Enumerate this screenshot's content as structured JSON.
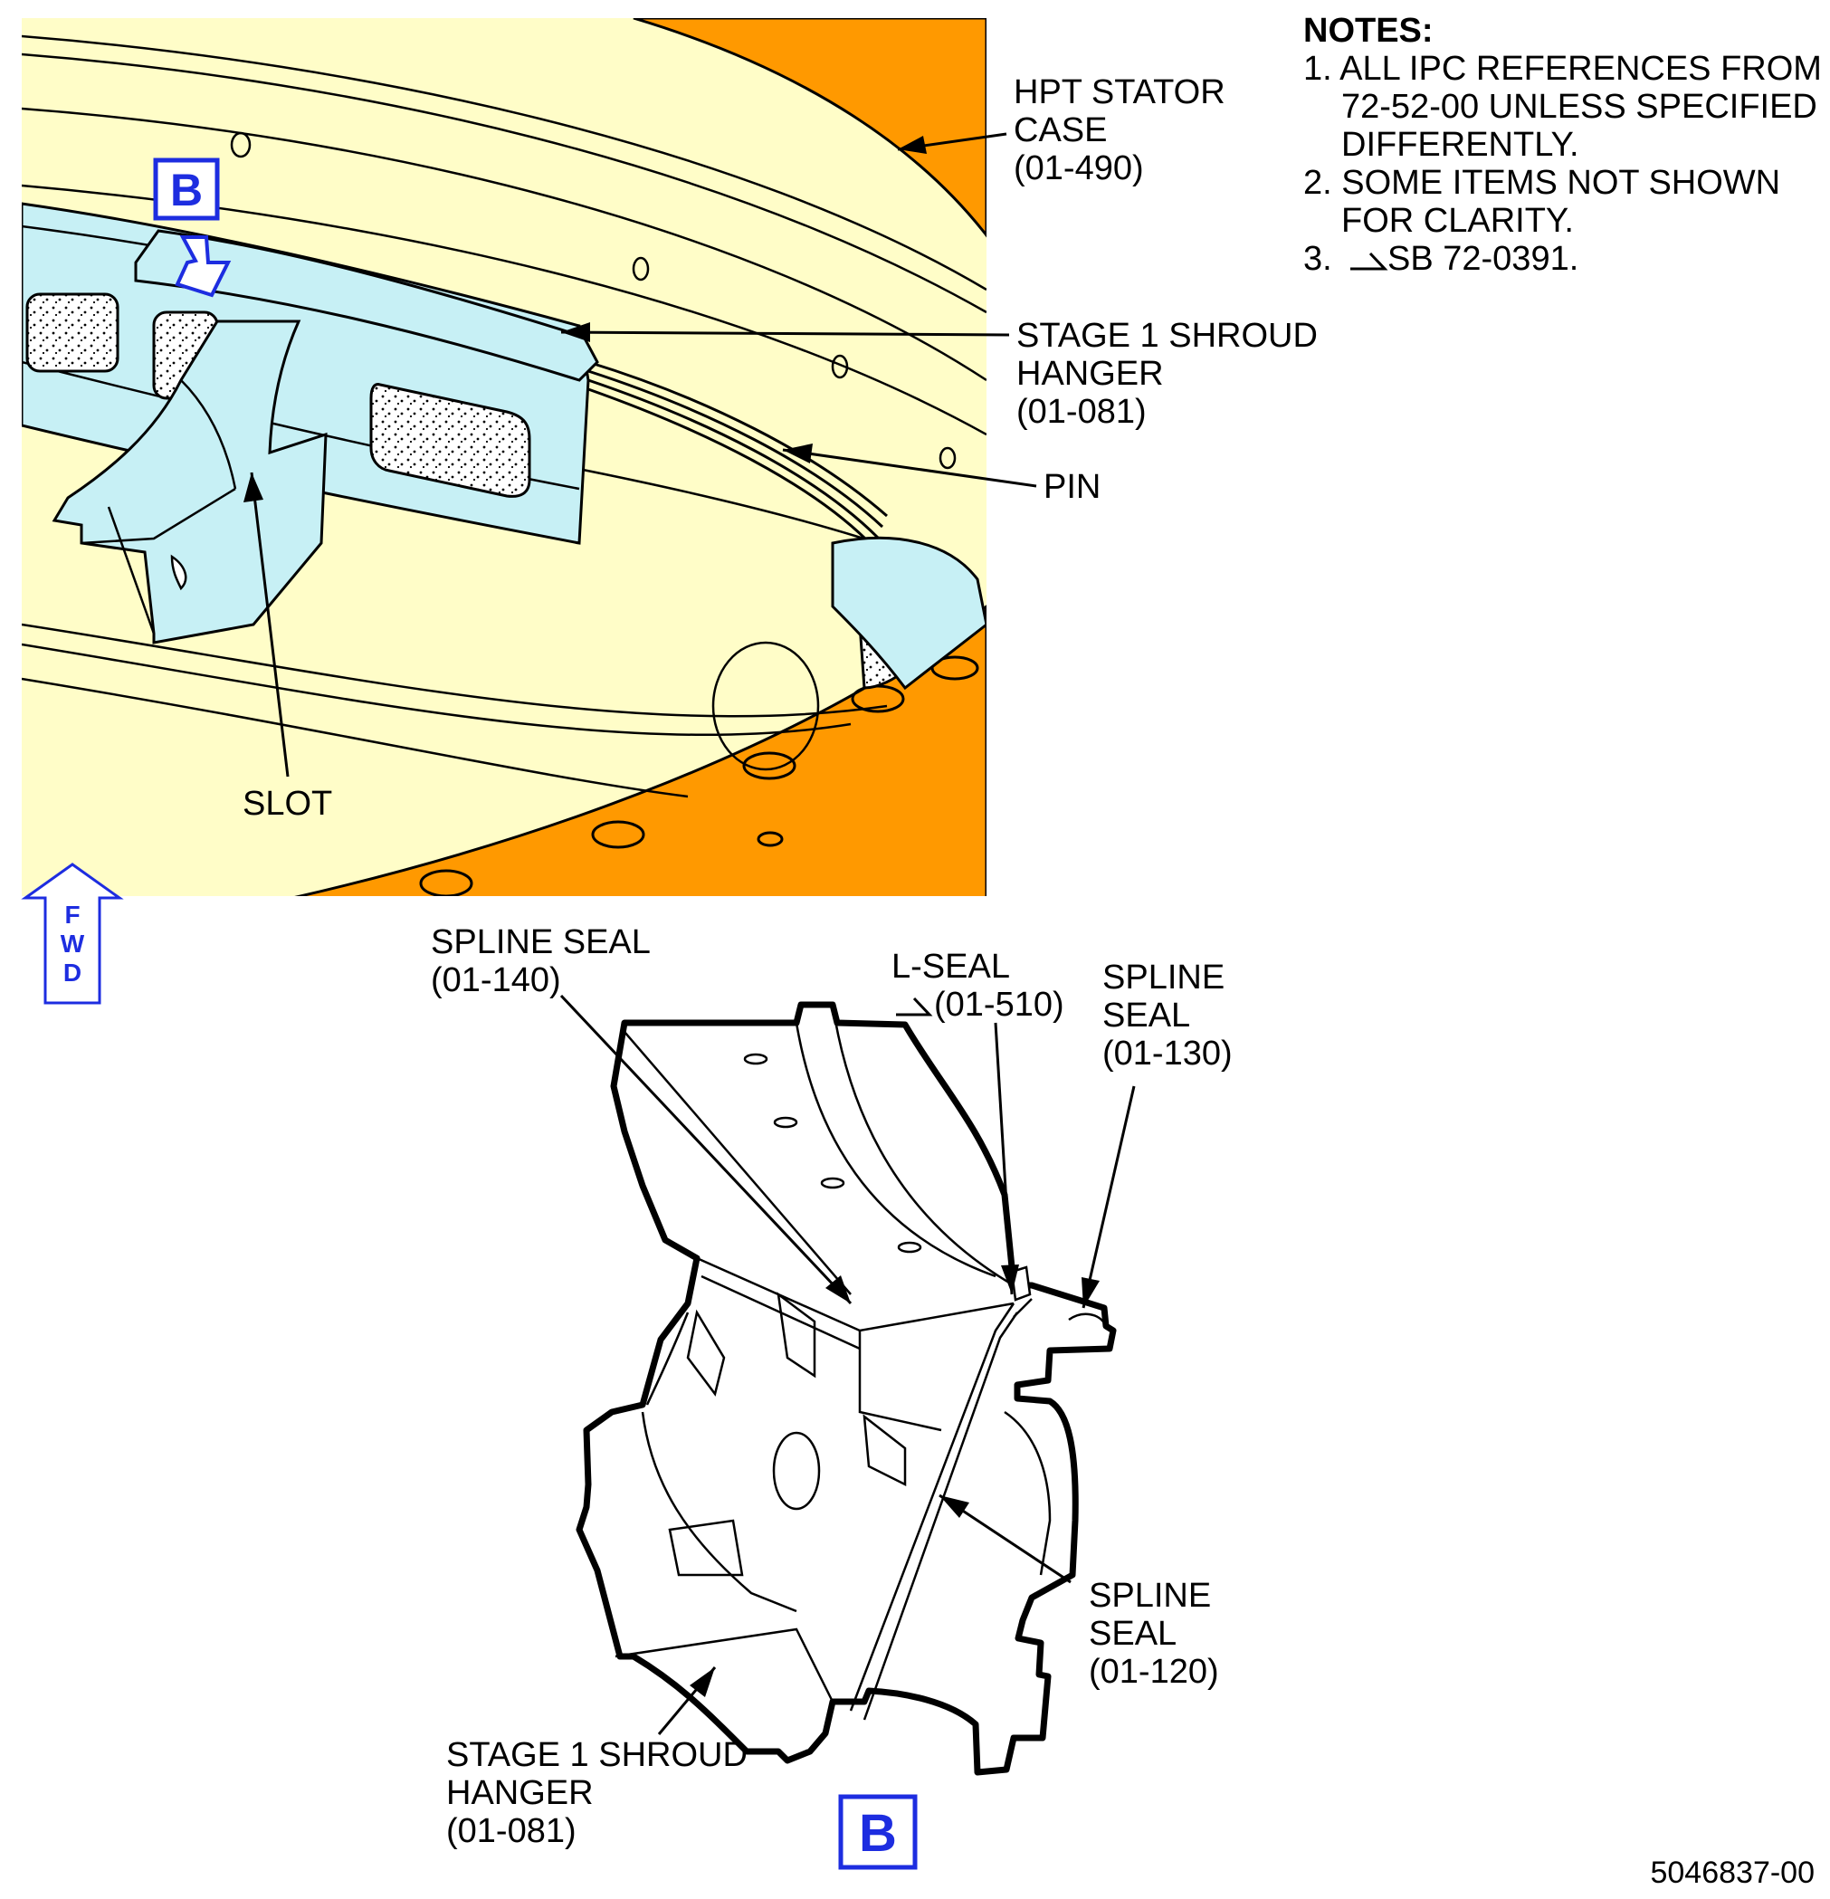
{
  "notes": {
    "title": "NOTES:",
    "item1_line1": "1. ALL IPC REFERENCES FROM",
    "item1_line2": "72-52-00 UNLESS SPECIFIED",
    "item1_line3": "DIFFERENTLY.",
    "item2_line1": "2. SOME ITEMS NOT SHOWN",
    "item2_line2": "FOR CLARITY.",
    "item3_prefix": "3.",
    "item3_text": "SB 72-0391."
  },
  "top_view": {
    "hpt_stator_case": [
      "HPT STATOR",
      "CASE",
      "(01-490)"
    ],
    "stage1_hanger": [
      "STAGE 1 SHROUD",
      "HANGER",
      "(01-081)"
    ],
    "pin": "PIN",
    "slot": "SLOT",
    "view_flag": "B",
    "fwd_letters": [
      "F",
      "W",
      "D"
    ]
  },
  "detail_view": {
    "spline_seal_140": [
      "SPLINE SEAL",
      "(01-140)"
    ],
    "l_seal": [
      "L-SEAL",
      "(01-510)"
    ],
    "spline_seal_130": [
      "SPLINE",
      "SEAL",
      "(01-130)"
    ],
    "spline_seal_120": [
      "SPLINE",
      "SEAL",
      "(01-120)"
    ],
    "stage1_hanger": [
      "STAGE 1 SHROUD",
      "HANGER",
      "(01-081)"
    ],
    "view_flag": "B"
  },
  "figure_id": "5046837-00",
  "colors": {
    "case_fill": "#fffdc8",
    "orange": "#ff9900",
    "hanger_fill": "#c7f0f5",
    "flag_blue": "#1d2de0"
  }
}
